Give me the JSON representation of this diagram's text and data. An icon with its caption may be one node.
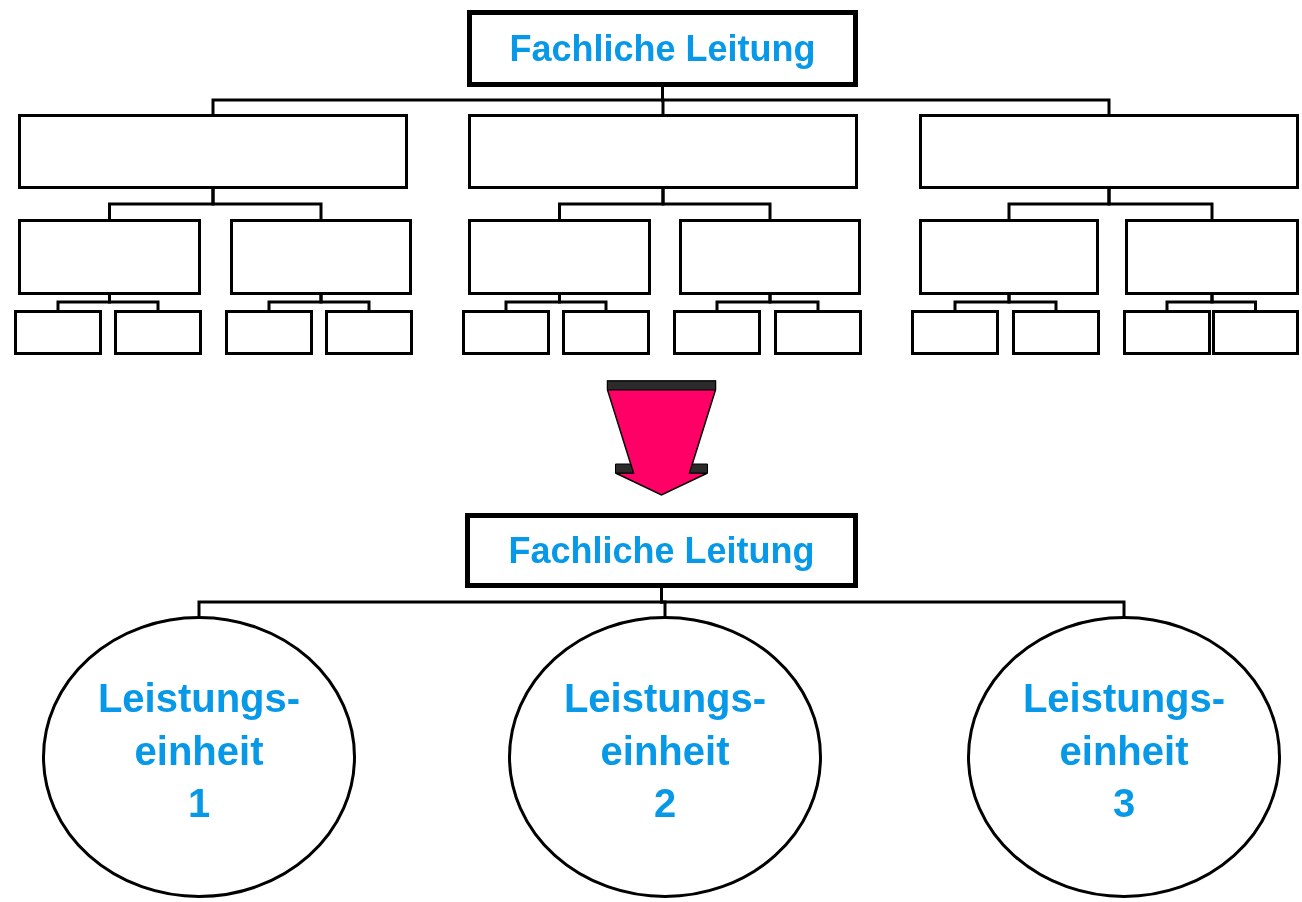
{
  "diagram": {
    "nodes": [
      {
        "text": [
          "Fachliche Leitung"
        ]
      },
      {
        "text": [],
        "shape": "box"
      },
      {
        "text": [],
        "shape": "box"
      },
      {
        "text": [],
        "shape": "box"
      },
      {
        "text": [],
        "shape": "box"
      },
      {
        "text": [],
        "shape": "box"
      },
      {
        "text": [],
        "shape": "box"
      },
      {
        "text": [],
        "shape": "box"
      },
      {
        "text": [],
        "shape": "box"
      },
      {
        "text": [],
        "shape": "box"
      },
      {
        "text": [],
        "shape": "box"
      },
      {
        "text": [],
        "shape": "box"
      },
      {
        "text": [],
        "shape": "box"
      },
      {
        "text": [],
        "shape": "box"
      },
      {
        "text": [],
        "shape": "box"
      },
      {
        "text": [],
        "shape": "box"
      },
      {
        "text": [],
        "shape": "box"
      },
      {
        "text": [],
        "shape": "box"
      },
      {
        "text": [],
        "shape": "box"
      },
      {
        "text": [],
        "shape": "box"
      },
      {
        "text": [],
        "shape": "box"
      },
      {
        "text": [],
        "shape": "box"
      },
      {
        "text": [
          "Fachliche Leitung"
        ]
      },
      {
        "text": [
          "Leistungs- einheit 1"
        ]
      },
      {
        "text": [
          "Leistungs- einheit 2"
        ]
      },
      {
        "text": [
          "Leistungs- einheit 3"
        ]
      }
    ],
    "edges": [
      {
        "from": 0,
        "to": 1,
        "arrow": "none"
      },
      {
        "from": 0,
        "to": 2,
        "arrow": "none"
      },
      {
        "from": 0,
        "to": 3,
        "arrow": "none"
      },
      {
        "from": 1,
        "to": 4,
        "arrow": "none"
      },
      {
        "from": 1,
        "to": 5,
        "arrow": "none"
      },
      {
        "from": 2,
        "to": 6,
        "arrow": "none"
      },
      {
        "from": 2,
        "to": 7,
        "arrow": "none"
      },
      {
        "from": 3,
        "to": 8,
        "arrow": "none"
      },
      {
        "from": 3,
        "to": 9,
        "arrow": "none"
      },
      {
        "from": 4,
        "to": 10,
        "arrow": "none"
      },
      {
        "from": 4,
        "to": 11,
        "arrow": "none"
      },
      {
        "from": 5,
        "to": 12,
        "arrow": "none"
      },
      {
        "from": 5,
        "to": 13,
        "arrow": "none"
      },
      {
        "from": 6,
        "to": 14,
        "arrow": "none"
      },
      {
        "from": 6,
        "to": 15,
        "arrow": "none"
      },
      {
        "from": 7,
        "to": 16,
        "arrow": "none"
      },
      {
        "from": 7,
        "to": 17,
        "arrow": "none"
      },
      {
        "from": 8,
        "to": 18,
        "arrow": "none"
      },
      {
        "from": 8,
        "to": 19,
        "arrow": "none"
      },
      {
        "from": 9,
        "to": 20,
        "arrow": "none"
      },
      {
        "from": 9,
        "to": 21,
        "arrow": "none"
      },
      {
        "from": 15,
        "to": 22,
        "arrow": "to",
        "style": "thick",
        "color": "#ff0066"
      },
      {
        "from": 22,
        "to": 23,
        "arrow": "none"
      },
      {
        "from": 22,
        "to": 24,
        "arrow": "none"
      },
      {
        "from": 22,
        "to": 25,
        "arrow": "none"
      }
    ]
  }
}
